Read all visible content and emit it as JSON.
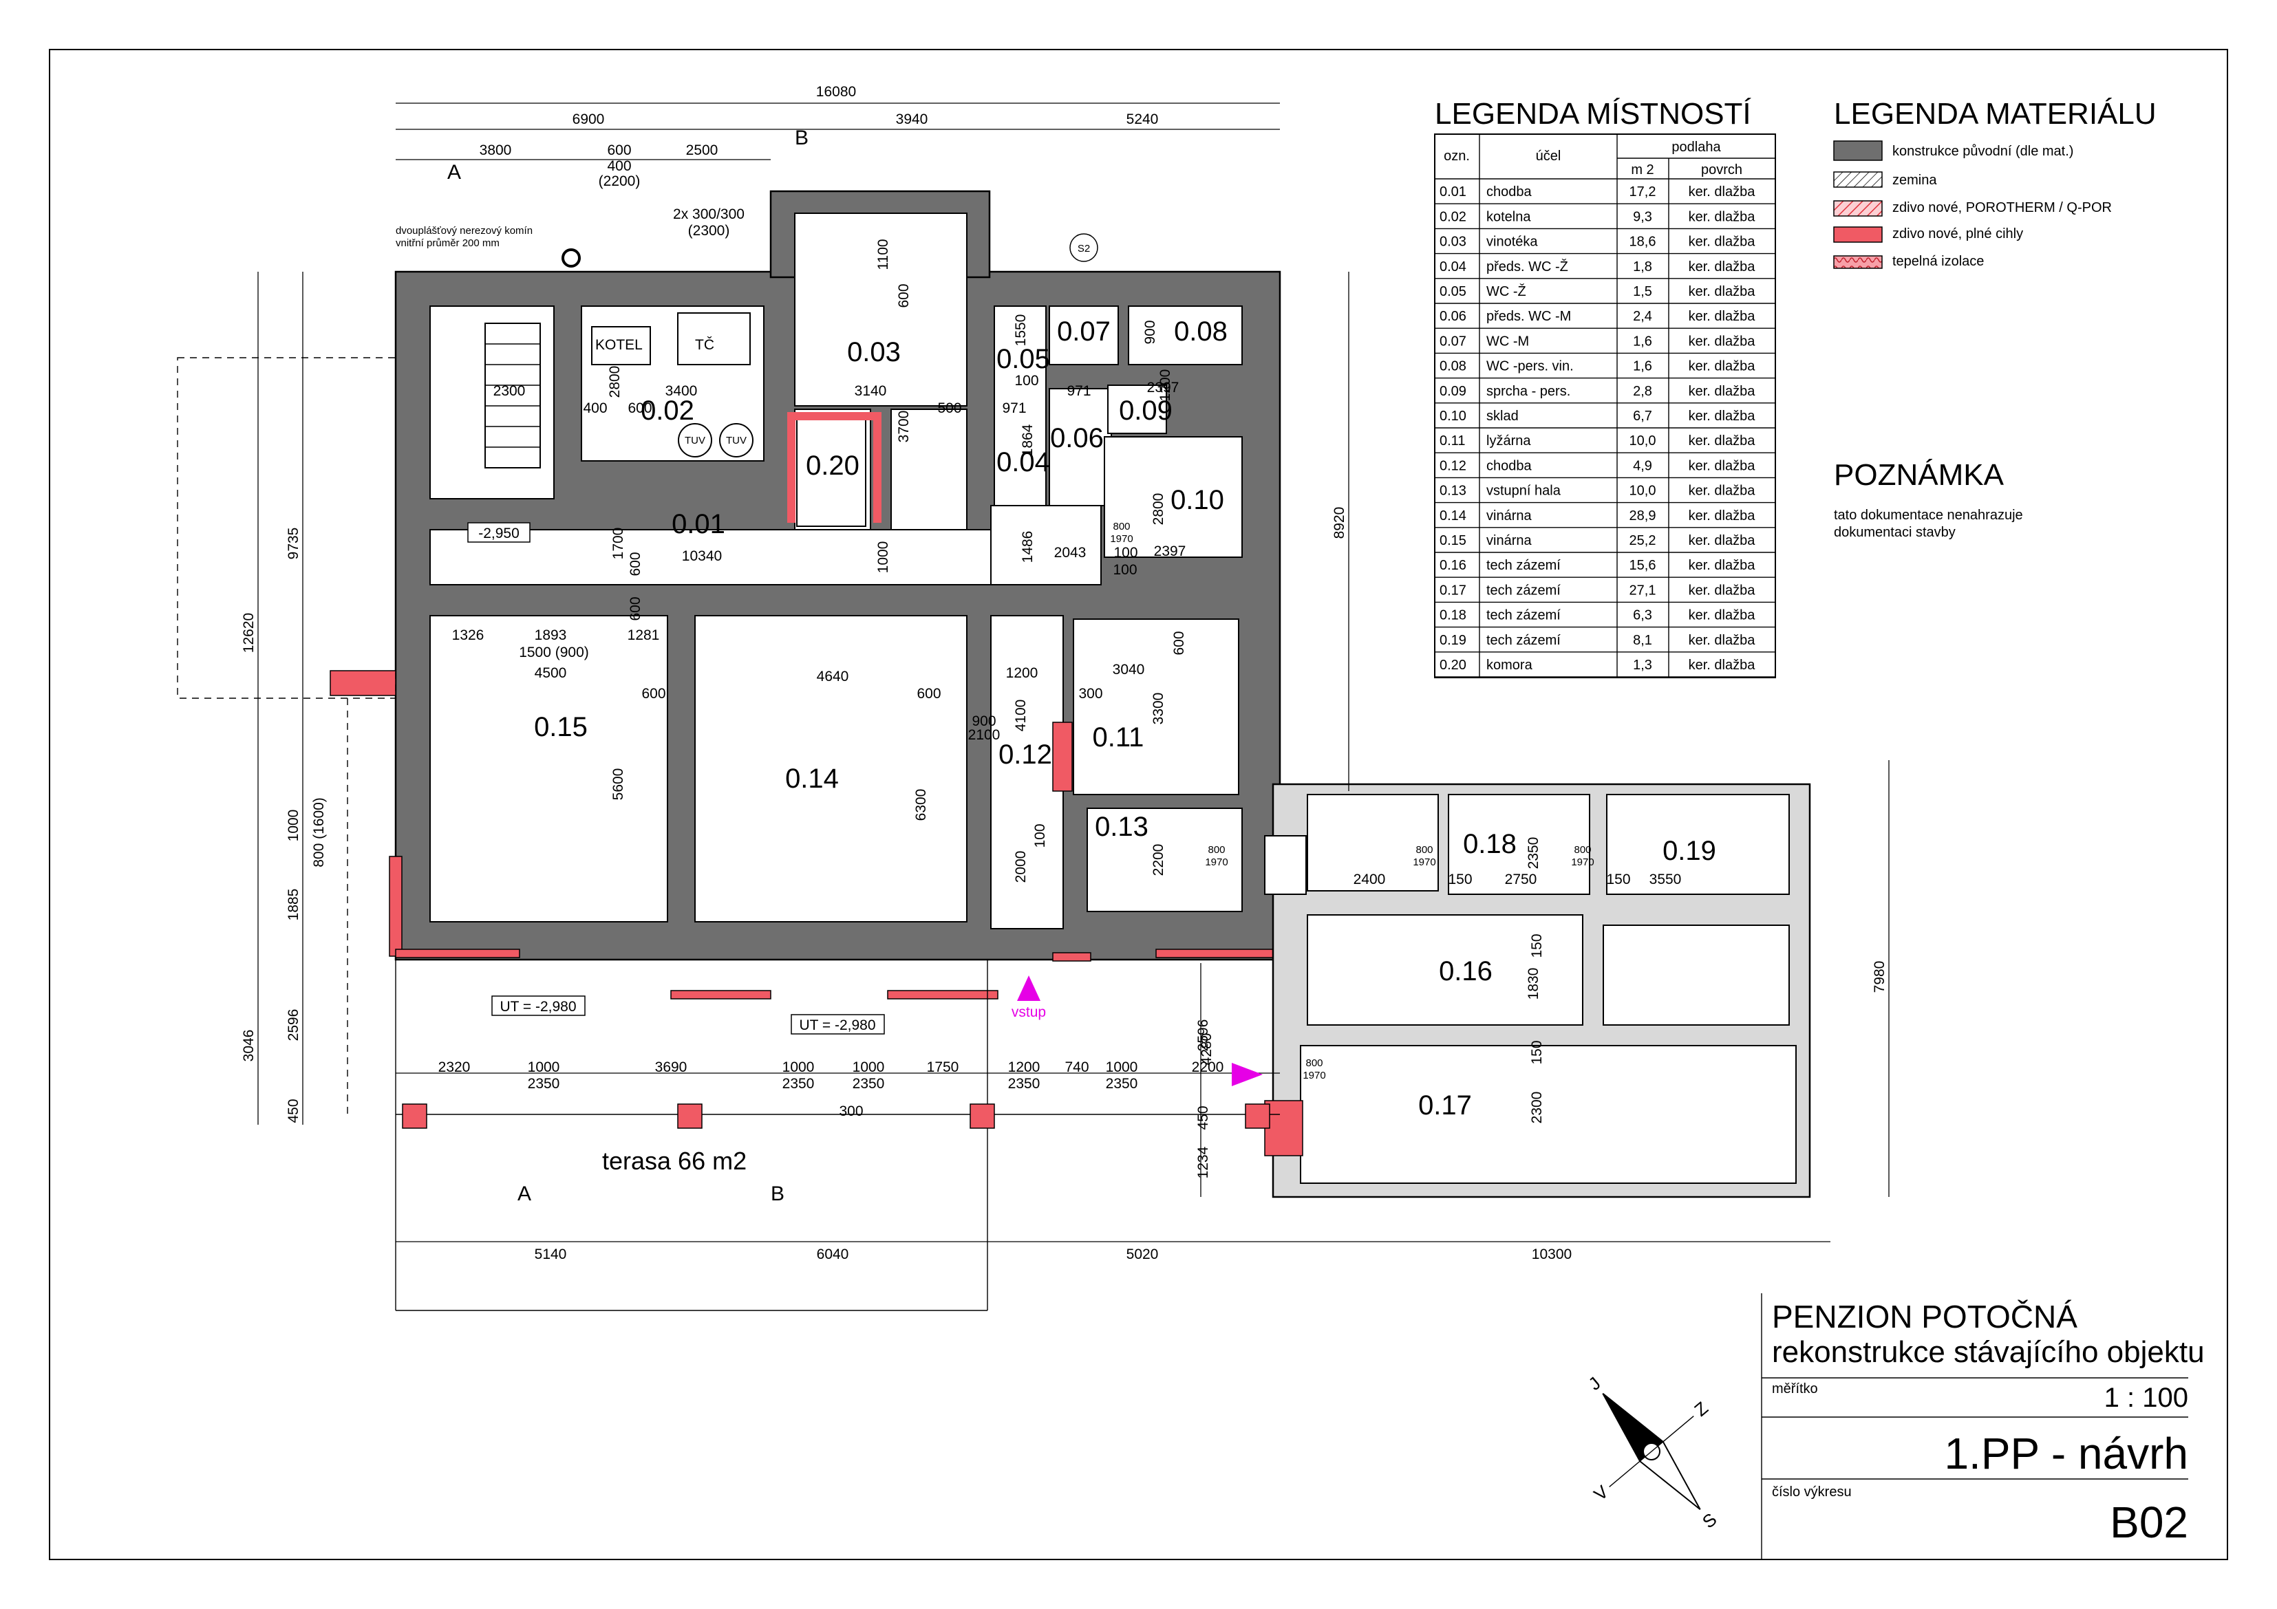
{
  "rooms": [
    {
      "id": "0.01"
    },
    {
      "id": "0.02"
    },
    {
      "id": "0.03"
    },
    {
      "id": "0.04"
    },
    {
      "id": "0.05"
    },
    {
      "id": "0.06"
    },
    {
      "id": "0.07"
    },
    {
      "id": "0.08"
    },
    {
      "id": "0.09"
    },
    {
      "id": "0.10"
    },
    {
      "id": "0.11"
    },
    {
      "id": "0.12"
    },
    {
      "id": "0.13"
    },
    {
      "id": "0.14"
    },
    {
      "id": "0.15"
    },
    {
      "id": "0.16"
    },
    {
      "id": "0.17"
    },
    {
      "id": "0.18"
    },
    {
      "id": "0.19"
    },
    {
      "id": "0.20"
    }
  ],
  "plan_labels": {
    "kotel": "KOTEL",
    "tc": "TČ",
    "tuv1": "TUV",
    "tuv2": "TUV",
    "chimney_note_1": "dvouplášťový nerezový komín",
    "chimney_note_2": "vnitřní průměr 200 mm",
    "vent_note_1": "2x 300/300",
    "vent_note_2": "(2300)",
    "level_1": "-2,950",
    "ut_1": "UT = -2,980",
    "ut_2": "UT = -2,980",
    "terrace": "terasa 66 m2",
    "entrance": "vstup",
    "section_a": "A",
    "section_b": "B",
    "s2": "S2",
    "door_tag_top": "800",
    "door_tag_bottom": "1970"
  },
  "dimensions": {
    "top_total": "16080",
    "top_row2": [
      "6900",
      "3940",
      "5240"
    ],
    "top_row3": [
      "3800",
      "600",
      "2500"
    ],
    "top_sub_1": "400",
    "top_sub_2": "(2200)",
    "bottom_row": [
      "5140",
      "6040",
      "5020",
      "10300"
    ],
    "terrace_row": [
      "2320",
      "1000",
      "3690",
      "1000",
      "1000",
      "1750",
      "1200",
      "740",
      "1000",
      "2200"
    ],
    "terrace_sub": [
      "2350",
      "2350",
      "2350",
      "2350",
      "2350"
    ],
    "terrace_mid": "300",
    "left_vertical": [
      "12620",
      "9735",
      "1000",
      "800 (1600)",
      "1885",
      "2596",
      "3046",
      "450"
    ],
    "right_vertical": [
      "8920",
      "7980"
    ],
    "interior": [
      "2300",
      "3400",
      "400",
      "600",
      "2800",
      "3140",
      "1100",
      "600",
      "3700",
      "500",
      "10340",
      "1700",
      "600",
      "1000",
      "600",
      "1326",
      "1893",
      "1281",
      "1500 (900)",
      "4500",
      "600",
      "4640",
      "600",
      "5600",
      "6300",
      "1200",
      "4100",
      "300",
      "3040",
      "3300",
      "600",
      "971",
      "971",
      "100",
      "1864",
      "1486",
      "2043",
      "100",
      "2397",
      "2397",
      "2800",
      "100",
      "1200",
      "1550",
      "900",
      "2000",
      "2200",
      "100",
      "2400",
      "150",
      "2750",
      "150",
      "3550",
      "2350",
      "1830",
      "150",
      "150",
      "2300",
      "4280",
      "2596",
      "450",
      "1234",
      "900",
      "2100"
    ]
  },
  "room_legend": {
    "title": "LEGENDA MÍSTNOSTÍ",
    "headers": {
      "ozn": "ozn.",
      "ucel": "účel",
      "podlaha": "podlaha",
      "m2": "m 2",
      "povrch": "povrch"
    },
    "rows": [
      {
        "ozn": "0.01",
        "ucel": "chodba",
        "m2": "17,2",
        "povrch": "ker. dlažba"
      },
      {
        "ozn": "0.02",
        "ucel": "kotelna",
        "m2": "9,3",
        "povrch": "ker. dlažba"
      },
      {
        "ozn": "0.03",
        "ucel": "vinotéka",
        "m2": "18,6",
        "povrch": "ker. dlažba"
      },
      {
        "ozn": "0.04",
        "ucel": "předs. WC -Ž",
        "m2": "1,8",
        "povrch": "ker. dlažba"
      },
      {
        "ozn": "0.05",
        "ucel": "WC -Ž",
        "m2": "1,5",
        "povrch": "ker. dlažba"
      },
      {
        "ozn": "0.06",
        "ucel": "předs. WC -M",
        "m2": "2,4",
        "povrch": "ker. dlažba"
      },
      {
        "ozn": "0.07",
        "ucel": "WC -M",
        "m2": "1,6",
        "povrch": "ker. dlažba"
      },
      {
        "ozn": "0.08",
        "ucel": "WC -pers. vin.",
        "m2": "1,6",
        "povrch": "ker. dlažba"
      },
      {
        "ozn": "0.09",
        "ucel": "sprcha - pers.",
        "m2": "2,8",
        "povrch": "ker. dlažba"
      },
      {
        "ozn": "0.10",
        "ucel": "sklad",
        "m2": "6,7",
        "povrch": "ker. dlažba"
      },
      {
        "ozn": "0.11",
        "ucel": "lyžárna",
        "m2": "10,0",
        "povrch": "ker. dlažba"
      },
      {
        "ozn": "0.12",
        "ucel": "chodba",
        "m2": "4,9",
        "povrch": "ker. dlažba"
      },
      {
        "ozn": "0.13",
        "ucel": "vstupní hala",
        "m2": "10,0",
        "povrch": "ker. dlažba"
      },
      {
        "ozn": "0.14",
        "ucel": "vinárna",
        "m2": "28,9",
        "povrch": "ker. dlažba"
      },
      {
        "ozn": "0.15",
        "ucel": "vinárna",
        "m2": "25,2",
        "povrch": "ker. dlažba"
      },
      {
        "ozn": "0.16",
        "ucel": "tech zázemí",
        "m2": "15,6",
        "povrch": "ker. dlažba"
      },
      {
        "ozn": "0.17",
        "ucel": "tech zázemí",
        "m2": "27,1",
        "povrch": "ker. dlažba"
      },
      {
        "ozn": "0.18",
        "ucel": "tech zázemí",
        "m2": "6,3",
        "povrch": "ker. dlažba"
      },
      {
        "ozn": "0.19",
        "ucel": "tech zázemí",
        "m2": "8,1",
        "povrch": "ker. dlažba"
      },
      {
        "ozn": "0.20",
        "ucel": "komora",
        "m2": "1,3",
        "povrch": "ker. dlažba"
      }
    ]
  },
  "material_legend": {
    "title": "LEGENDA MATERIÁLU",
    "items": [
      {
        "label": "konstrukce původní (dle mat.)",
        "swatch": "#6f6f6f"
      },
      {
        "label": "zemina",
        "swatch": "hatch-gray"
      },
      {
        "label": "zdivo nové, POROTHERM / Q-POR",
        "swatch": "hatch-red"
      },
      {
        "label": "zdivo nové, plné cihly",
        "swatch": "#f05a64"
      },
      {
        "label": "tepelná izolace",
        "swatch": "insulation-red"
      }
    ]
  },
  "note": {
    "title": "POZNÁMKA",
    "line1": "tato dokumentace nenahrazuje",
    "line2": "dokumentaci stavby"
  },
  "title_block": {
    "project": "PENZION POTOČNÁ",
    "subtitle": "rekonstrukce stávajícího objektu",
    "scale_label": "měřítko",
    "scale": "1 : 100",
    "drawing_name": "1.PP - návrh",
    "number_label": "číslo výkresu",
    "number": "B02"
  },
  "north_arrow": {
    "letters": [
      "J",
      "Z",
      "V",
      "S"
    ]
  },
  "colors": {
    "wall": "#6f6f6f",
    "red": "#f05a64",
    "marker": "#e600e6"
  }
}
